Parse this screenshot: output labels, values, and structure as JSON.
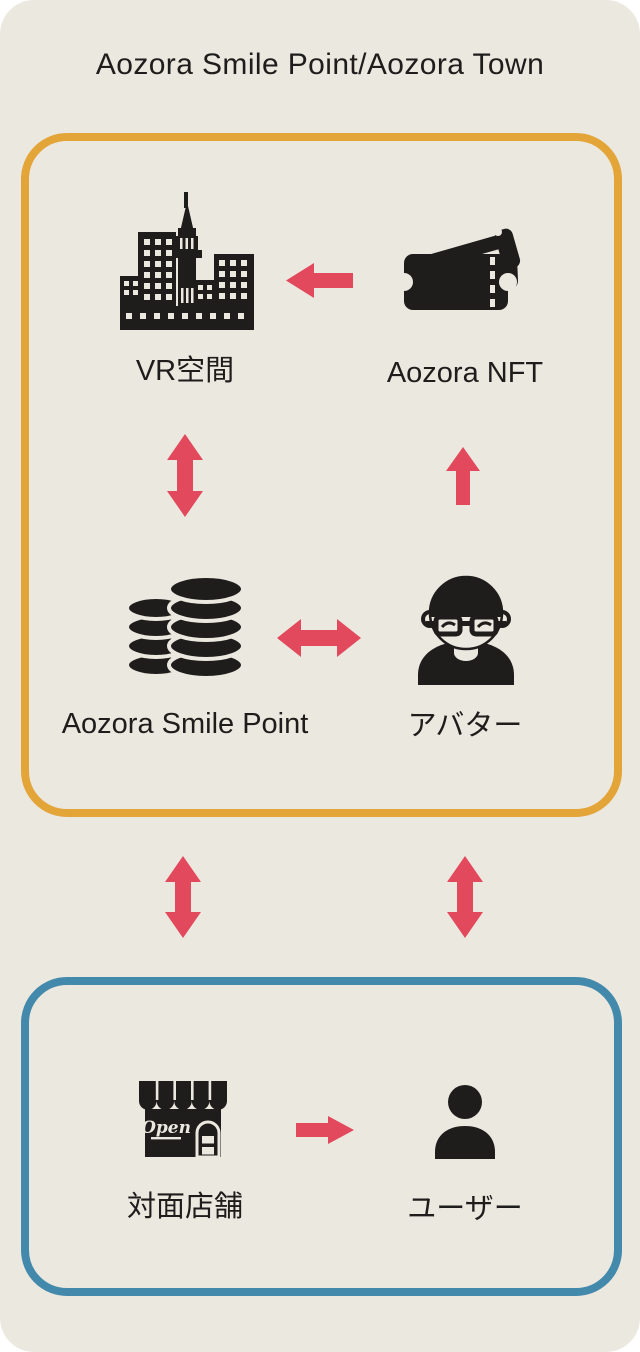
{
  "title": "Aozora Smile Point/Aozora Town",
  "colors": {
    "background": "#EBE8E0",
    "virtual_box_border": "#E3A438",
    "real_box_border": "#4389AC",
    "arrow": "#E2495C",
    "ink": "#1E1D1B"
  },
  "virtual_box": {
    "nodes": {
      "vr": {
        "label": "VR空間",
        "icon": "city-icon"
      },
      "nft": {
        "label": "Aozora NFT",
        "icon": "ticket-icon"
      },
      "point": {
        "label": "Aozora Smile Point",
        "icon": "coins-icon"
      },
      "avatar": {
        "label": "アバター",
        "icon": "avatar-icon"
      }
    },
    "arrows": {
      "nft_to_vr": "left",
      "vr_point": "bidirectional-vertical",
      "avatar_to_nft": "up",
      "point_avatar": "bidirectional-horizontal"
    }
  },
  "box_links": {
    "left": "bidirectional-vertical",
    "right": "bidirectional-vertical"
  },
  "real_box": {
    "nodes": {
      "store": {
        "label": "対面店舗",
        "icon": "storefront-icon",
        "sign": "Open"
      },
      "user": {
        "label": "ユーザー",
        "icon": "user-icon"
      }
    },
    "arrows": {
      "store_to_user": "right"
    }
  }
}
